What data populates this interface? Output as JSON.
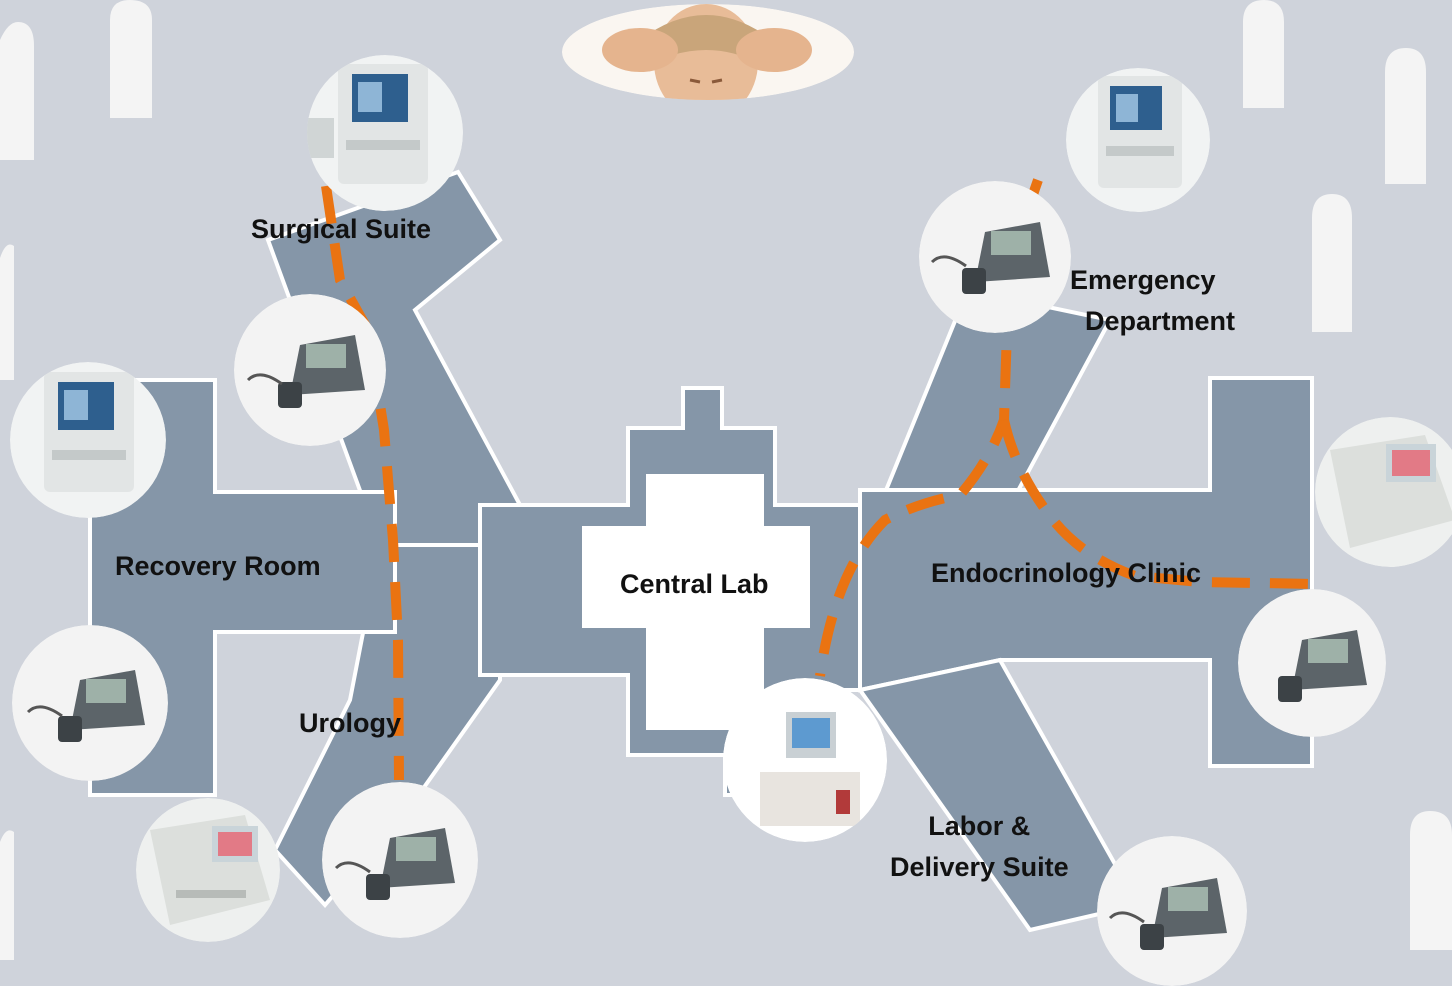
{
  "labels": {
    "surgical_suite": "Surgical Suite",
    "emergency_department": "Emergency\n  Department",
    "recovery_room": "Recovery Room",
    "central_lab": "Central Lab",
    "endocrinology_clinic": "Endocrinology Clinic",
    "urology": "Urology",
    "labor_delivery_suite": "Labor &\nDelivery Suite"
  },
  "colors": {
    "background": "#cfd3db",
    "floor_plan": "#8596a8",
    "central_lab": "#ffffff",
    "route": "#ea7311",
    "decor": "#f4f4f4"
  },
  "icons": {
    "stressed_person": "stressed-person-photo",
    "blood_gas_analyzer": "blood-gas-analyzer-device",
    "handheld_meter": "handheld-meter-device",
    "benchtop_analyzer": "benchtop-analyzer-device",
    "lab_analyzer": "lab-analyzer-device"
  }
}
